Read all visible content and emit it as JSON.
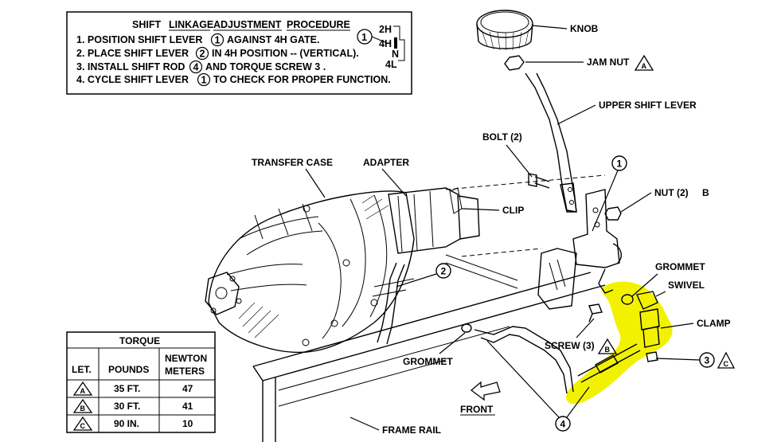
{
  "procedure": {
    "title_words": [
      "SHIFT",
      "LINKAGE",
      "ADJUSTMENT",
      "PROCEDURE"
    ],
    "steps": [
      {
        "pre": "1. POSITION SHIFT LEVER",
        "ref": "1",
        "post": "AGAINST 4H GATE."
      },
      {
        "pre": "2. PLACE SHIFT LEVER",
        "ref": "2",
        "post": "IN 4H POSITION -- (VERTICAL)."
      },
      {
        "pre": "3. INSTALL SHIFT ROD",
        "ref": "4",
        "post": "AND TORQUE SCREW  3  ."
      },
      {
        "pre": "4. CYCLE SHIFT LEVER",
        "ref": "1",
        "post": "TO CHECK FOR PROPER FUNCTION."
      }
    ],
    "gate": {
      "ref": "1",
      "positions": [
        "2H",
        "4H",
        "N",
        "4L"
      ]
    }
  },
  "labels": {
    "knob": "KNOB",
    "jam_nut": "JAM NUT",
    "upper_shift_lever": "UPPER SHIFT LEVER",
    "bolt": "BOLT (2)",
    "nut": "NUT (2)",
    "nut_b": "B",
    "transfer_case": "TRANSFER CASE",
    "adapter": "ADAPTER",
    "clip": "CLIP",
    "grommet_right": "GROMMET",
    "swivel": "SWIVEL",
    "clamp": "CLAMP",
    "screw": "SCREW (3)",
    "grommet_left": "GROMMET",
    "front": "FRONT",
    "frame_rail": "FRAME RAIL",
    "callout_1": "1",
    "callout_2": "2",
    "callout_3": "3",
    "callout_4": "4"
  },
  "torque_table": {
    "title": "TORQUE",
    "headers": [
      "LET.",
      "POUNDS",
      "NEWTON METERS"
    ],
    "header_newton_lines": [
      "NEWTON",
      "METERS"
    ],
    "rows": [
      {
        "let": "A",
        "pounds": "35 FT.",
        "nm": "47"
      },
      {
        "let": "B",
        "pounds": "30 FT.",
        "nm": "41"
      },
      {
        "let": "C",
        "pounds": "90 IN.",
        "nm": "10"
      }
    ]
  },
  "colors": {
    "highlight": "#f2f200",
    "ink": "#000000",
    "background": "#ffffff"
  }
}
